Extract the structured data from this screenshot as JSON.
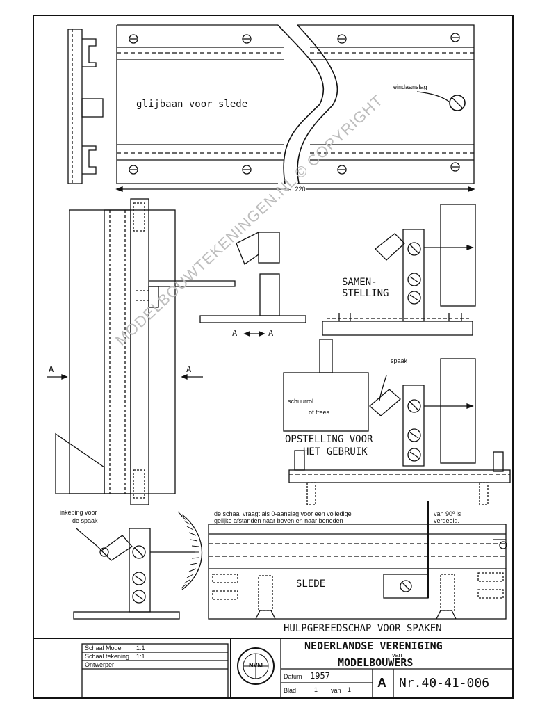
{
  "labels": {
    "glijbaan": "glijbaan voor slede",
    "eindaanslag": "eindaanslag",
    "dimension": "ca. 220",
    "section_a_left": "A",
    "section_a_right": "A",
    "arrow_a": "A",
    "arrow_a2": "A",
    "samenstelling_1": "SAMEN-",
    "samenstelling_2": "STELLING",
    "spaak": "spaak",
    "schuurrol_1": "schuurrol",
    "schuurrol_2": "of frees",
    "opstelling_1": "OPSTELLING VOOR",
    "opstelling_2": "HET GEBRUIK",
    "inkeping_1": "inkeping voor",
    "inkeping_2": "de spaak",
    "note_1": "de schaal vraagt als 0-aanslag voor een volledige",
    "note_2": "gelijke afstanden naar boven en naar beneden",
    "note_3": "van 90º is",
    "note_4": "verdeeld.",
    "slede": "SLEDE",
    "tool_title": "HULPGEREEDSCHAP VOOR SPAKEN"
  },
  "watermark": "MODELBOUWTEKENINGEN.NL © COPYRIGHT",
  "title_block": {
    "schaal_model_label": "Schaal Model",
    "schaal_model_value": "1:1",
    "schaal_tekening_label": "Schaal tekening",
    "schaal_tekening_value": "1:1",
    "ontwerper_label": "Ontwerper",
    "org_line_1": "NEDERLANDSE VERENIGING",
    "org_van": "van",
    "org_line_2": "MODELBOUWERS",
    "datum_label": "Datum",
    "datum_value": "1957",
    "blad_label": "Blad",
    "blad_value": "1",
    "van_label": "van",
    "van_value": "1",
    "format": "A",
    "number": "Nr.40-41-006",
    "logo_text": "NVM"
  }
}
